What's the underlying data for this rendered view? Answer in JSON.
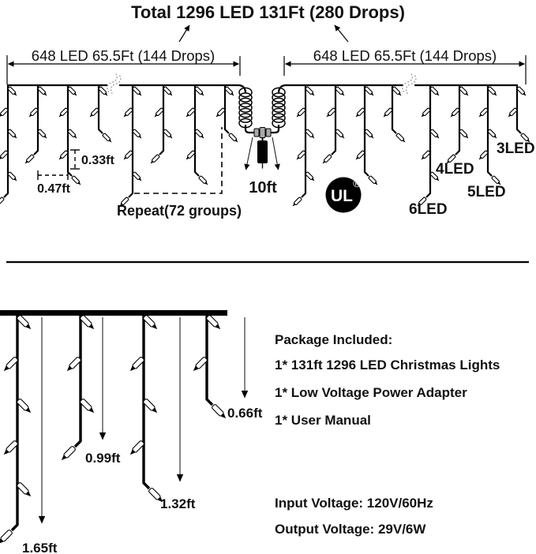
{
  "title": "Total 1296 LED 131Ft (280 Drops)",
  "sections": {
    "left_label": "648 LED 65.5Ft (144 Drops)",
    "right_label": "648 LED 65.5Ft (144 Drops)"
  },
  "measurements": {
    "led_spacing": "0.33ft",
    "drop_spacing": "0.47ft",
    "repeat_note": "Repeat(72 groups)",
    "lead_length": "10ft"
  },
  "drop_types": {
    "led3": "3LED",
    "led4": "4LED",
    "led5": "5LED",
    "led6": "6LED"
  },
  "certification": {
    "mark": "UL",
    "registered": "®"
  },
  "package": {
    "heading": "Package Included:",
    "items": [
      "1* 131ft 1296 LED Christmas Lights",
      "1* Low Voltage Power Adapter",
      "1* User Manual"
    ]
  },
  "power": {
    "input_label": "Input Voltage: 120V/60Hz",
    "output_label": "Output Voltage: 29V/6W"
  },
  "diagram": {
    "group_led_pattern": [
      6,
      4,
      5,
      3
    ],
    "bottom_drops": [
      {
        "leds": 6,
        "length_label": "1.65ft"
      },
      {
        "leds": 4,
        "length_label": "0.99ft"
      },
      {
        "leds": 5,
        "length_label": "1.32ft"
      },
      {
        "leds": 3,
        "length_label": "0.66ft"
      }
    ]
  }
}
